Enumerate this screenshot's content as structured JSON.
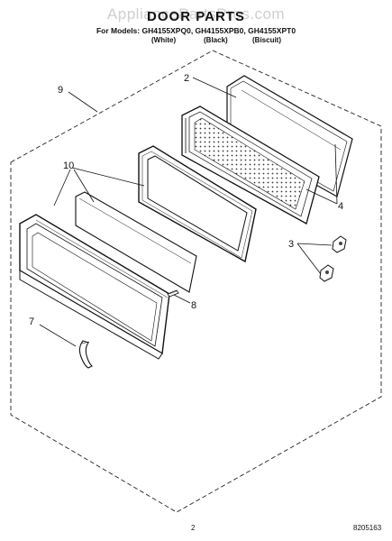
{
  "header": {
    "watermark": "AppliancePartsPros.com",
    "title": "DOOR PARTS",
    "models_line": "For Models: GH4155XPQ0, GH4155XPB0, GH4155XPT0",
    "colors": [
      "(White)",
      "(Black)",
      "(Biscuit)"
    ]
  },
  "callouts": [
    "9",
    "2",
    "10",
    "4",
    "3",
    "8",
    "7"
  ],
  "footer": {
    "page_number": "2",
    "doc_number": "8205163"
  }
}
